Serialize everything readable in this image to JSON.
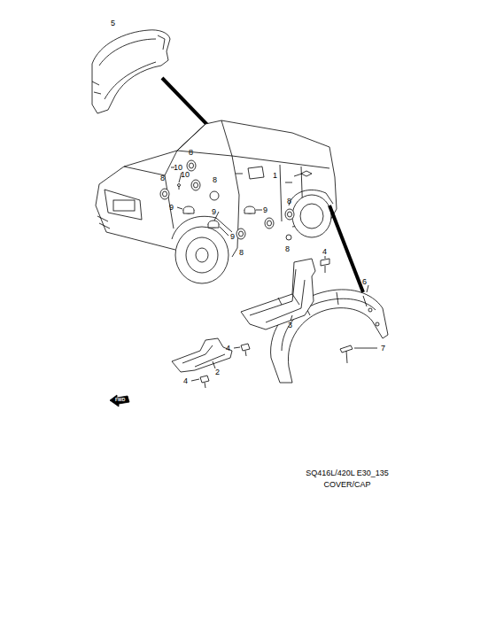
{
  "diagram": {
    "labels": [
      "5",
      "8",
      "10",
      "10",
      "8",
      "8",
      "1",
      "8",
      "9",
      "9",
      "9",
      "9",
      "8",
      "8",
      "4",
      "6",
      "3",
      "4",
      "7",
      "2",
      "4",
      "FWD"
    ],
    "caption": "SQ416L/420L E30_135 COVER/CAP"
  }
}
